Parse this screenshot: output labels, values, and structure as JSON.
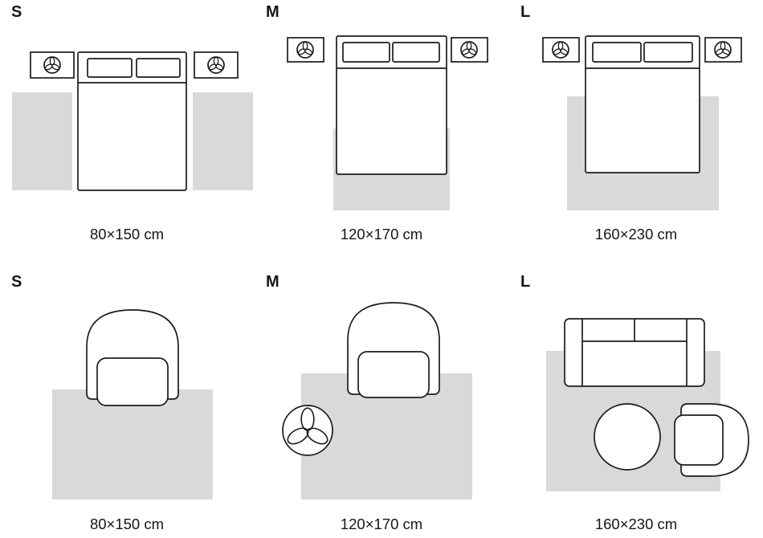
{
  "colors": {
    "rug_fill": "#d9d9d9",
    "outline": "#1c1c1c",
    "text_color": "#161616",
    "background": "#ffffff"
  },
  "sections": [
    {
      "name": "bedroom-rug-sizes",
      "panels": [
        {
          "size_label": "S",
          "dimension": "80×150 cm"
        },
        {
          "size_label": "M",
          "dimension": "120×170 cm"
        },
        {
          "size_label": "L",
          "dimension": "160×230 cm"
        }
      ]
    },
    {
      "name": "living-room-rug-sizes",
      "panels": [
        {
          "size_label": "S",
          "dimension": "80×150 cm"
        },
        {
          "size_label": "M",
          "dimension": "120×170 cm"
        },
        {
          "size_label": "L",
          "dimension": "160×230 cm"
        }
      ]
    }
  ]
}
